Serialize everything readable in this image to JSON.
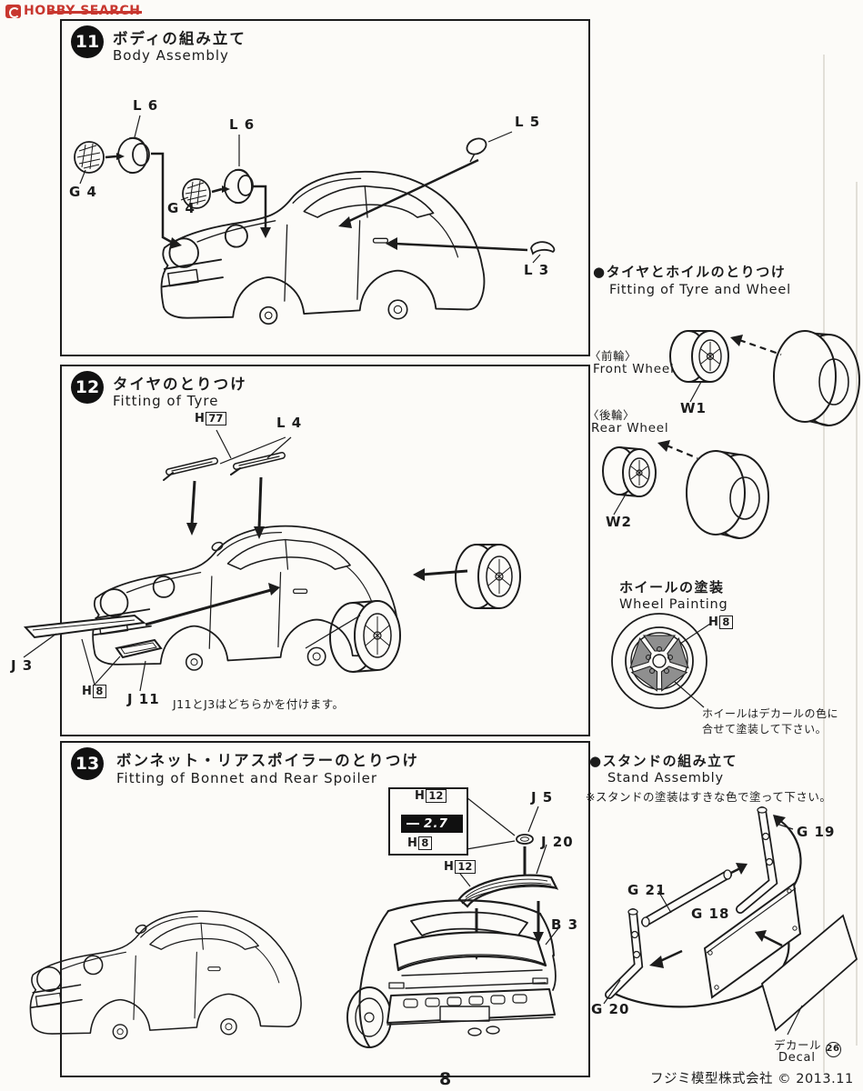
{
  "watermark": {
    "brand": "HOBBY SEARCH"
  },
  "footer": {
    "page_number": "8",
    "copyright": "フジミ模型株式会社 © 2013.11"
  },
  "paint": {
    "prefix": "H",
    "c8": "8",
    "c12": "12",
    "c77": "77"
  },
  "step11": {
    "number": "11",
    "title_jp": "ボディの組み立て",
    "title_en": "Body Assembly",
    "labels": {
      "l6_left": "L 6",
      "g4_left": "G 4",
      "l6_mid": "L 6",
      "g4_mid": "G 4",
      "l5": "L 5",
      "l3": "L 3"
    }
  },
  "step12": {
    "number": "12",
    "title_jp": "タイヤのとりつけ",
    "title_en": "Fitting of Tyre",
    "labels": {
      "l4": "L 4",
      "j3": "J 3",
      "j11": "J 11"
    },
    "note": "J11とJ3はどちらかを付けます。"
  },
  "step13": {
    "number": "13",
    "title_jp": "ボンネット・リアスポイラーのとりつけ",
    "title_en": "Fitting of Bonnet and Rear Spoiler",
    "badge_text": "2.7",
    "labels": {
      "j5": "J 5",
      "j20": "J 20",
      "b3": "B 3"
    }
  },
  "sidebar": {
    "tyre_wheel": {
      "title_jp": "●タイヤとホイルのとりつけ",
      "title_en": "Fitting of Tyre and Wheel",
      "front_jp": "〈前輪〉",
      "front_en": "Front Wheel",
      "w1": "W1",
      "rear_jp": "〈後輪〉",
      "rear_en": "Rear Wheel",
      "w2": "W2"
    },
    "wheel_painting": {
      "title_jp": "ホイールの塗装",
      "title_en": "Wheel Painting",
      "note1": "ホイールはデカールの色に",
      "note2": "合せて塗装して下さい。"
    },
    "stand": {
      "title_jp": "●スタンドの組み立て",
      "title_en": "Stand Assembly",
      "note": "※スタンドの塗装はすきな色で塗って下さい。",
      "g19": "G 19",
      "g21": "G 21",
      "g18": "G 18",
      "g20": "G 20",
      "decal_jp": "デカール",
      "decal_number": "26",
      "decal_en": "Decal"
    }
  }
}
